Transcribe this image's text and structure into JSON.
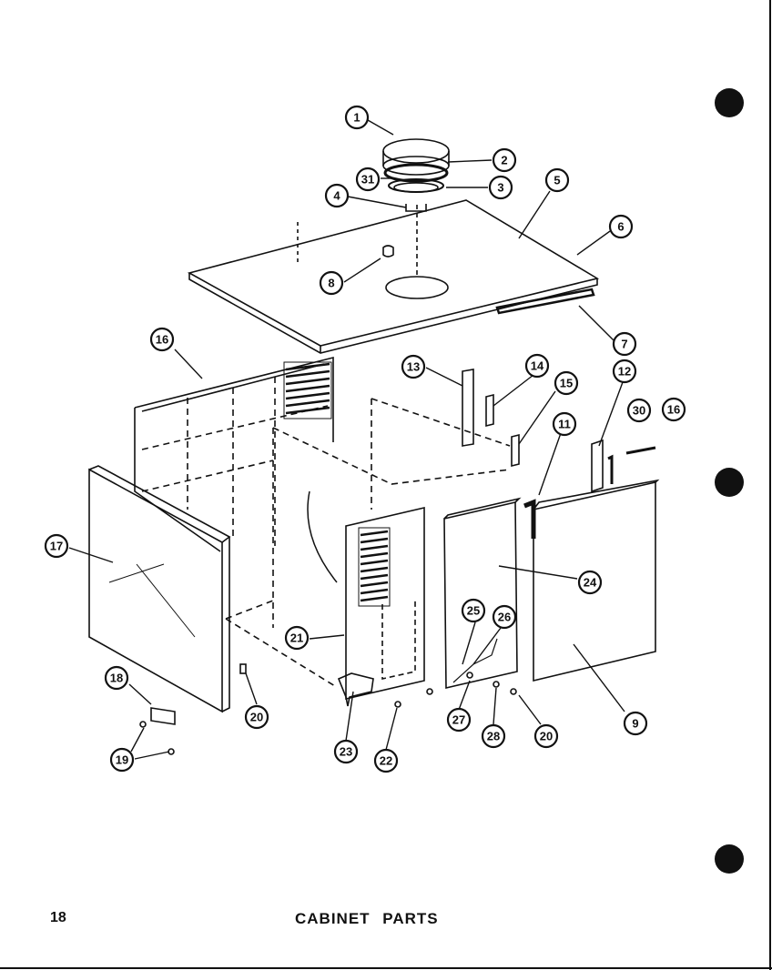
{
  "page": {
    "number": "18",
    "title": "CABINET PARTS"
  },
  "callouts": [
    {
      "id": "c1",
      "label": "1"
    },
    {
      "id": "c2",
      "label": "2"
    },
    {
      "id": "c31",
      "label": "31"
    },
    {
      "id": "c3",
      "label": "3"
    },
    {
      "id": "c4",
      "label": "4"
    },
    {
      "id": "c5",
      "label": "5"
    },
    {
      "id": "c6",
      "label": "6"
    },
    {
      "id": "c8",
      "label": "8"
    },
    {
      "id": "c7",
      "label": "7"
    },
    {
      "id": "c16a",
      "label": "16"
    },
    {
      "id": "c13",
      "label": "13"
    },
    {
      "id": "c14",
      "label": "14"
    },
    {
      "id": "c15",
      "label": "15"
    },
    {
      "id": "c12",
      "label": "12"
    },
    {
      "id": "c30",
      "label": "30"
    },
    {
      "id": "c16b",
      "label": "16"
    },
    {
      "id": "c11",
      "label": "11"
    },
    {
      "id": "c17",
      "label": "17"
    },
    {
      "id": "c24",
      "label": "24"
    },
    {
      "id": "c25",
      "label": "25"
    },
    {
      "id": "c26",
      "label": "26"
    },
    {
      "id": "c21",
      "label": "21"
    },
    {
      "id": "c18",
      "label": "18"
    },
    {
      "id": "c20a",
      "label": "20"
    },
    {
      "id": "c27",
      "label": "27"
    },
    {
      "id": "c9",
      "label": "9"
    },
    {
      "id": "c28",
      "label": "28"
    },
    {
      "id": "c20b",
      "label": "20"
    },
    {
      "id": "c23",
      "label": "23"
    },
    {
      "id": "c22",
      "label": "22"
    },
    {
      "id": "c19",
      "label": "19"
    }
  ],
  "colors": {
    "ink": "#111111",
    "paper": "#ffffff"
  }
}
